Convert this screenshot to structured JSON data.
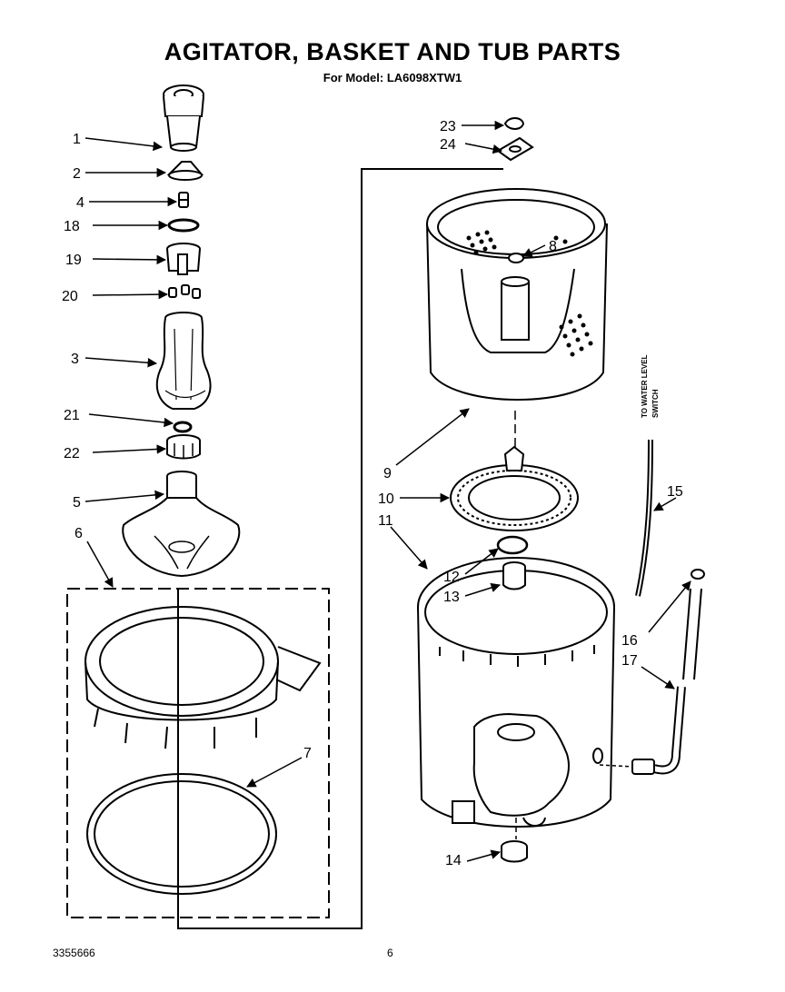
{
  "title": "AGITATOR, BASKET AND TUB PARTS",
  "subtitle": "For Model: LA6098XTW1",
  "footer": {
    "doc_number": "3355666",
    "page_number": "6"
  },
  "note": {
    "line1": "TO WATER LEVEL",
    "line2": "SWITCH"
  },
  "callouts": {
    "c1": "1",
    "c2": "2",
    "c3": "3",
    "c4": "4",
    "c5": "5",
    "c6": "6",
    "c7": "7",
    "c8": "8",
    "c9": "9",
    "c10": "10",
    "c11": "11",
    "c12": "12",
    "c13": "13",
    "c14": "14",
    "c15": "15",
    "c16": "16",
    "c17": "17",
    "c18": "18",
    "c19": "19",
    "c20": "20",
    "c21": "21",
    "c22": "22",
    "c23": "23",
    "c24": "24"
  }
}
